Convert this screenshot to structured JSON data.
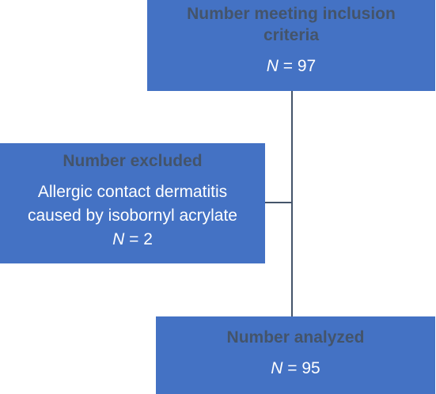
{
  "flowchart": {
    "inclusion": {
      "heading_line1": "Number meeting inclusion",
      "heading_line2": "criteria",
      "n_symbol": "N",
      "n_value": " = 97"
    },
    "excluded": {
      "heading": "Number excluded",
      "reason_line1": "Allergic contact dermatitis",
      "reason_line2": "caused by isobornyl acrylate",
      "n_symbol": "N",
      "n_value": " = 2"
    },
    "analyzed": {
      "heading": "Number analyzed",
      "n_symbol": "N",
      "n_value": " = 95"
    }
  },
  "colors": {
    "box_fill": "#4472c4",
    "heading_text": "#44546a",
    "body_text": "#ffffff",
    "connector": "#44546a"
  }
}
